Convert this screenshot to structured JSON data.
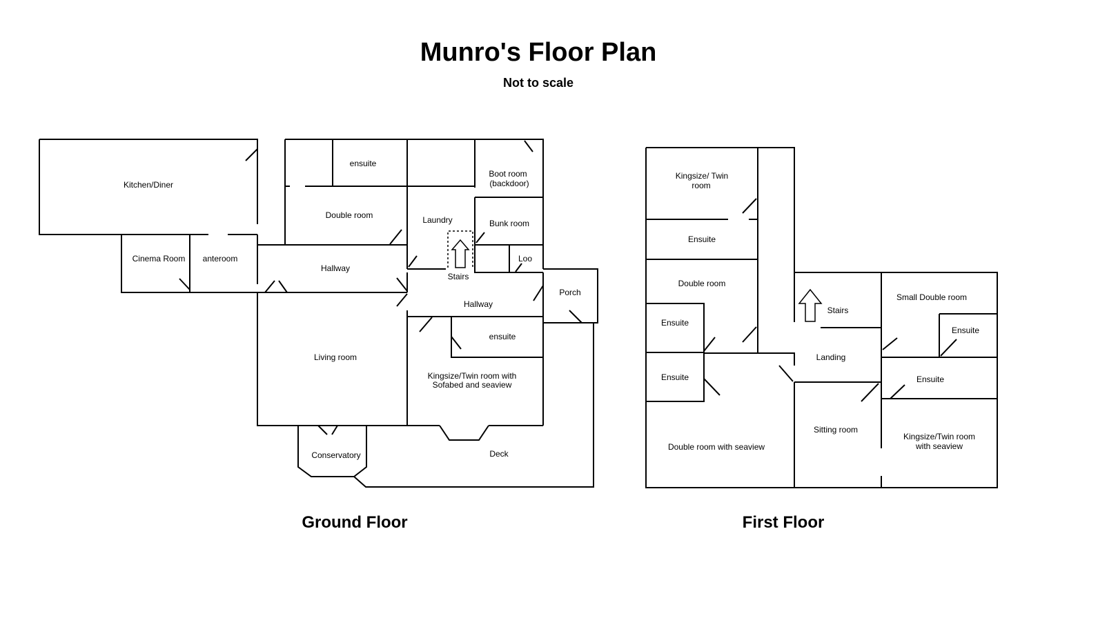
{
  "title": "Munro's Floor Plan",
  "subtitle": "Not to scale",
  "ground_floor": {
    "label": "Ground Floor",
    "rooms": {
      "kitchen_diner": "Kitchen/Diner",
      "cinema_room": "Cinema Room",
      "anteroom": "anteroom",
      "ensuite_top": "ensuite",
      "boot_room_1": "Boot room",
      "boot_room_2": "(backdoor)",
      "double_room": "Double room",
      "laundry": "Laundry",
      "bunk_room": "Bunk room",
      "loo": "Loo",
      "hallway_left": "Hallway",
      "stairs": "Stairs",
      "hallway_right": "Hallway",
      "porch": "Porch",
      "ensuite_mid": "ensuite",
      "living_room": "Living room",
      "kingsize_1": "Kingsize/Twin room with",
      "kingsize_2": "Sofabed and seaview",
      "conservatory": "Conservatory",
      "deck": "Deck"
    }
  },
  "first_floor": {
    "label": "First Floor",
    "rooms": {
      "kingsize_twin_1": "Kingsize/ Twin",
      "kingsize_twin_2": "room",
      "ensuite_a": "Ensuite",
      "double_room": "Double room",
      "ensuite_b": "Ensuite",
      "ensuite_c": "Ensuite",
      "double_seaview": "Double room with  seaview",
      "stairs": "Stairs",
      "landing": "Landing",
      "sitting_room": "Sitting room",
      "small_double": "Small Double room",
      "ensuite_d": "Ensuite",
      "ensuite_e": "Ensuite",
      "kingsize_seaview_1": "Kingsize/Twin room",
      "kingsize_seaview_2": "with seaview"
    }
  }
}
